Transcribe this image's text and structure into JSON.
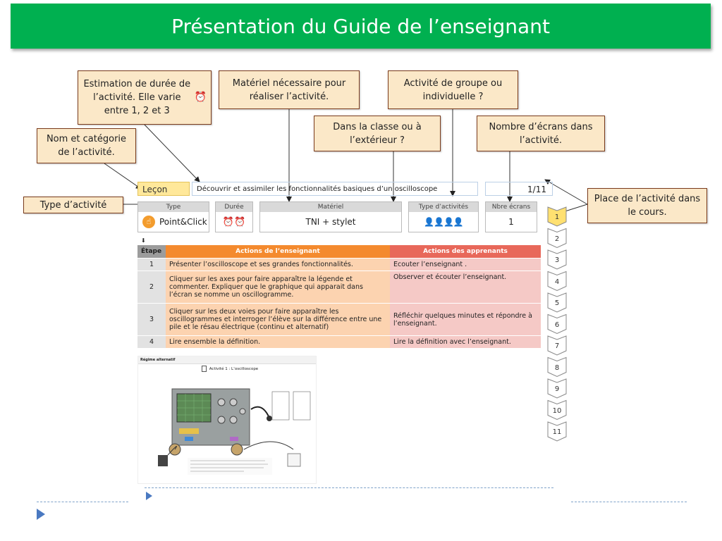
{
  "slide": {
    "title": "Présentation du Guide de l’enseignant"
  },
  "callouts": {
    "duration": "Estimation de durée de l’activité. Elle varie entre 1, 2 et 3",
    "material": "Matériel nécessaire pour réaliser l’activité.",
    "group": "Activité de groupe ou individuelle ?",
    "place": "Dans la classe ou à l’extérieur ?",
    "screens": "Nombre d’écrans dans l’activité.",
    "name": "Nom et catégorie de l’activité.",
    "type": "Type d’activité",
    "position": "Place de l’activité dans le cours."
  },
  "lesson": {
    "category": "Leçon",
    "title": "Découvrir et assimiler les fonctionnalités basiques d’un oscilloscope",
    "counter": "1/11"
  },
  "meta": {
    "type_label": "Type",
    "type_value": "Point&Click",
    "duration_label": "Durée",
    "material_label": "Matériel",
    "material_value": "TNI + stylet",
    "activities_label": "Type d’activités",
    "screens_label": "Nbre écrans",
    "screens_value": "1"
  },
  "table": {
    "headers": [
      "Étape",
      "Actions de l’enseignant",
      "Actions des apprenants"
    ],
    "rows": [
      {
        "step": "1",
        "teacher": "Présenter l’oscilloscope et ses grandes fonctionnalités.",
        "learner": "Ecouter l’enseignant ."
      },
      {
        "step": "2",
        "teacher": "Cliquer sur les axes pour faire apparaître la légende et commenter. Expliquer que le graphique qui apparait dans l’écran se nomme un oscillogramme.",
        "learner": "Observer et écouter l’enseignant."
      },
      {
        "step": "3",
        "teacher": "Cliquer sur les deux voies pour faire apparaître les oscillogrammes et interroger l’élève sur la différence entre une pile et le résau électrique (continu et alternatif)",
        "learner": "Réfléchir quelques minutes et répondre à l’enseignant."
      },
      {
        "step": "4",
        "teacher": "Lire ensemble la définition.",
        "learner": "Lire la définition avec l’enseignant."
      }
    ]
  },
  "preview": {
    "header": "Régime alternatif",
    "title": "Activité 1 : L’oscilloscope"
  },
  "nav": {
    "items": [
      "1",
      "2",
      "3",
      "4",
      "5",
      "6",
      "7",
      "8",
      "9",
      "10",
      "11"
    ],
    "active_index": 0
  },
  "colors": {
    "title_bg": "#00b050",
    "callout_bg": "#fbe8c8",
    "callout_border": "#7a3b1c",
    "teacher_header": "#f48a2e",
    "learner_header": "#e8685a",
    "nav_active": "#ffe070"
  }
}
